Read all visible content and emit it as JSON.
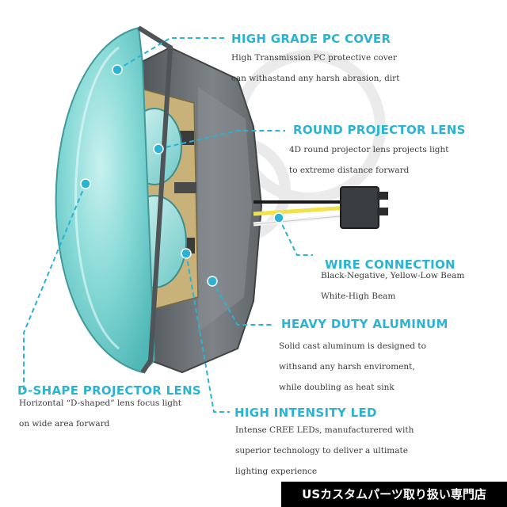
{
  "callouts": [
    {
      "id": "pc-cover",
      "title": "HIGH GRADE PC COVER",
      "lines": [
        "High Transmission PC protective cover",
        "can withastand any harsh abrasion, dirt"
      ]
    },
    {
      "id": "round-projector",
      "title": "ROUND PROJECTOR LENS",
      "lines": [
        "4D round projector lens projects light",
        "to extreme distance forward"
      ]
    },
    {
      "id": "wire",
      "title": "WIRE CONNECTION",
      "lines": [
        "Black-Negative, Yellow-Low Beam",
        "White-High Beam"
      ]
    },
    {
      "id": "aluminum",
      "title": "HEAVY DUTY ALUMINUM",
      "lines": [
        "Solid cast aluminum is designed to",
        "withsand any harsh enviroment,",
        "while doubling as heat sink"
      ]
    },
    {
      "id": "d-shape",
      "title": "D-SHAPE PROJECTOR LENS",
      "lines": [
        "Horizontal “D-shaped” lens focus light",
        "on wide area forward"
      ]
    },
    {
      "id": "led",
      "title": "HIGH INTENSITY LED",
      "lines": [
        "Intense CREE LEDs, manufacturered with",
        "superior technology to deliver a ultimate",
        "lighting experience"
      ]
    }
  ],
  "banner": "USカスタムパーツ取り扱い専門店",
  "colors": {
    "accent": "#2ab3d4",
    "lens": "#7ed6d6",
    "housing": "#6d7275",
    "body_text": "#3a3a3a"
  }
}
